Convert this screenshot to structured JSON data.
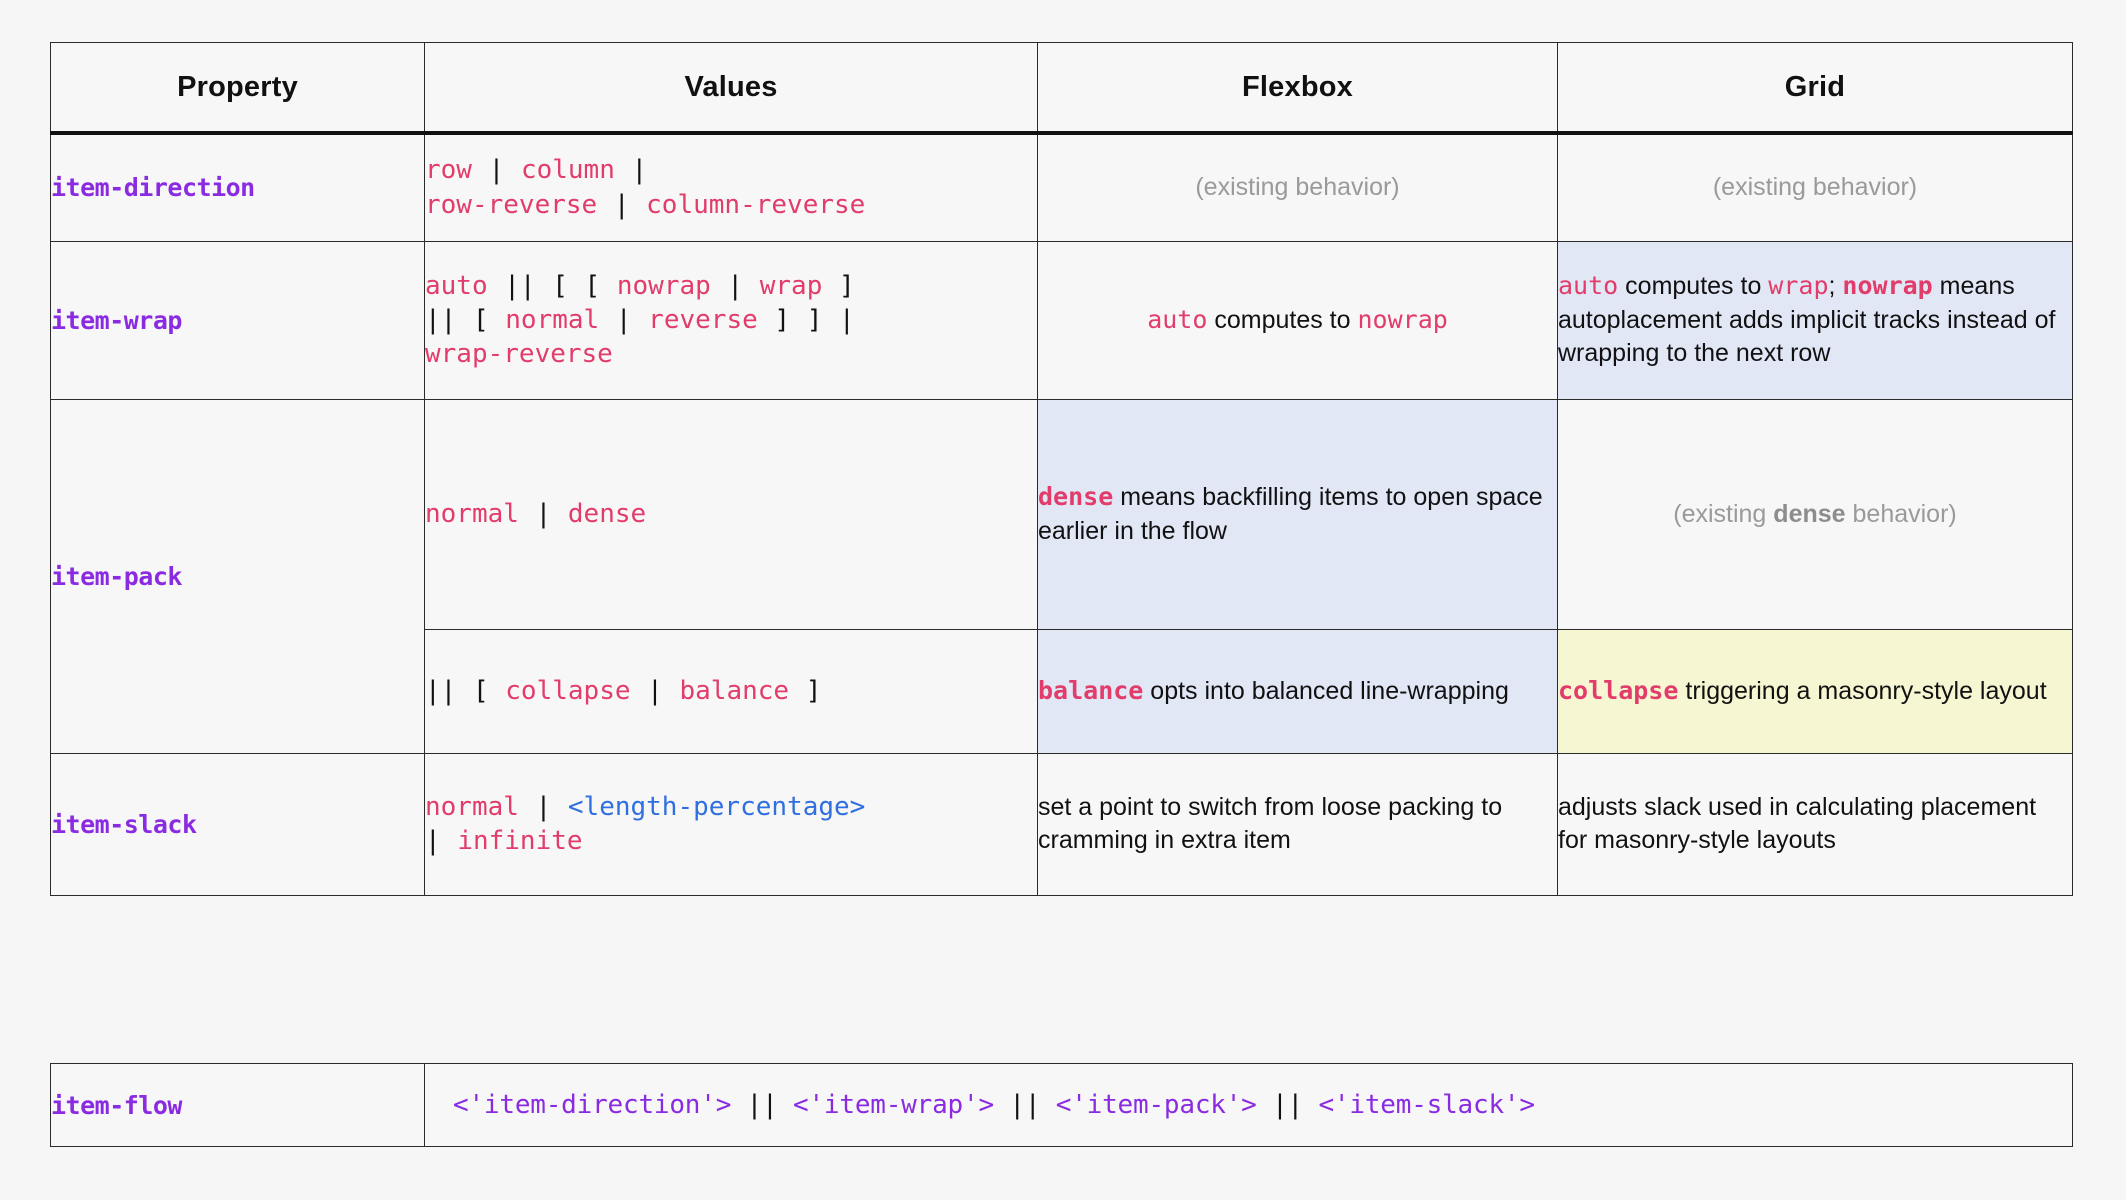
{
  "table": {
    "headers": [
      "Property",
      "Values",
      "Flexbox",
      "Grid"
    ],
    "rows": [
      {
        "property": "item-direction",
        "values_lines": [
          [
            {
              "t": "row",
              "k": "kw"
            },
            {
              "t": " | ",
              "k": "pn"
            },
            {
              "t": "column",
              "k": "kw"
            },
            {
              "t": " |",
              "k": "pn"
            }
          ],
          [
            {
              "t": "row-reverse",
              "k": "kw"
            },
            {
              "t": " | ",
              "k": "pn"
            },
            {
              "t": "column-reverse",
              "k": "kw"
            }
          ]
        ],
        "flexbox": {
          "style": "muted-center",
          "text": "(existing behavior)"
        },
        "grid": {
          "style": "muted-center",
          "text": "(existing behavior)"
        }
      },
      {
        "property": "item-wrap",
        "values_lines": [
          [
            {
              "t": "auto",
              "k": "kw"
            },
            {
              "t": " || [ [ ",
              "k": "pn"
            },
            {
              "t": "nowrap",
              "k": "kw"
            },
            {
              "t": " | ",
              "k": "pn"
            },
            {
              "t": "wrap",
              "k": "kw"
            },
            {
              "t": " ]",
              "k": "pn"
            }
          ],
          [
            {
              "t": "|| [ ",
              "k": "pn"
            },
            {
              "t": "normal",
              "k": "kw"
            },
            {
              "t": " | ",
              "k": "pn"
            },
            {
              "t": "reverse",
              "k": "kw"
            },
            {
              "t": " ] ] |",
              "k": "pn"
            }
          ],
          [
            {
              "t": "wrap-reverse",
              "k": "kw"
            }
          ]
        ],
        "flexbox": {
          "style": "rich",
          "parts": [
            {
              "t": "auto",
              "k": "kw"
            },
            {
              "t": " computes to ",
              "k": "plain"
            },
            {
              "t": "nowrap",
              "k": "kw"
            }
          ]
        },
        "grid": {
          "style": "rich",
          "highlight": "blue",
          "parts": [
            {
              "t": "auto",
              "k": "kw"
            },
            {
              "t": " computes to ",
              "k": "plain"
            },
            {
              "t": "wrap",
              "k": "kw"
            },
            {
              "t": ";  ",
              "k": "plain"
            },
            {
              "t": "nowrap",
              "k": "kw-b"
            },
            {
              "t": " means autoplacement adds implicit tracks instead of wrapping to the next row",
              "k": "plain"
            }
          ]
        }
      },
      {
        "property": "item-pack",
        "subrows": [
          {
            "values_lines": [
              [
                {
                  "t": "normal",
                  "k": "kw"
                },
                {
                  "t": " | ",
                  "k": "pn"
                },
                {
                  "t": "dense",
                  "k": "kw"
                }
              ]
            ],
            "flexbox": {
              "style": "rich",
              "highlight": "blue",
              "parts": [
                {
                  "t": "dense",
                  "k": "kw-b"
                },
                {
                  "t": " means backfilling items to open space earlier in the flow",
                  "k": "plain"
                }
              ]
            },
            "grid": {
              "style": "muted-center-rich",
              "parts": [
                {
                  "t": "(existing ",
                  "k": "muted"
                },
                {
                  "t": "dense",
                  "k": "muted-bold"
                },
                {
                  "t": " behavior)",
                  "k": "muted"
                }
              ]
            }
          },
          {
            "values_lines": [
              [
                {
                  "t": "|| [ ",
                  "k": "pn"
                },
                {
                  "t": "collapse",
                  "k": "kw"
                },
                {
                  "t": " | ",
                  "k": "pn"
                },
                {
                  "t": "balance",
                  "k": "kw"
                },
                {
                  "t": " ]",
                  "k": "pn"
                }
              ]
            ],
            "flexbox": {
              "style": "rich",
              "highlight": "blue",
              "parts": [
                {
                  "t": "balance",
                  "k": "kw-b"
                },
                {
                  "t": " opts into balanced line-wrapping",
                  "k": "plain"
                }
              ]
            },
            "grid": {
              "style": "rich",
              "highlight": "yellow",
              "parts": [
                {
                  "t": "collapse",
                  "k": "kw-b"
                },
                {
                  "t": " triggering a masonry-style layout",
                  "k": "plain"
                }
              ]
            }
          }
        ]
      },
      {
        "property": "item-slack",
        "values_lines": [
          [
            {
              "t": "normal",
              "k": "kw"
            },
            {
              "t": " | ",
              "k": "pn"
            },
            {
              "t": "<length-percentage>",
              "k": "type"
            }
          ],
          [
            {
              "t": "| ",
              "k": "pn"
            },
            {
              "t": "infinite",
              "k": "kw"
            }
          ]
        ],
        "flexbox": {
          "style": "plain",
          "text": "set a point to switch from loose packing to cramming in extra item"
        },
        "grid": {
          "style": "plain",
          "text": "adjusts slack used in calculating placement for masonry-style layouts"
        }
      }
    ]
  },
  "shorthand": {
    "property": "item-flow",
    "value_parts": [
      {
        "t": "<'item-direction'>",
        "k": "ref"
      },
      {
        "t": " || ",
        "k": "pn"
      },
      {
        "t": "<'item-wrap'>",
        "k": "ref"
      },
      {
        "t": " || ",
        "k": "pn"
      },
      {
        "t": "<'item-pack'>",
        "k": "ref"
      },
      {
        "t": " || ",
        "k": "pn"
      },
      {
        "t": "<'item-slack'>",
        "k": "ref"
      }
    ]
  },
  "colors": {
    "page_background": "#f6f6f6",
    "cell_background": "#f7f7f7",
    "border": "#2b2b2b",
    "property_purple": "#8A2BE2",
    "keyword_pink": "#e23c6b",
    "type_blue": "#2f6fe0",
    "muted_gray": "#9a9a9a",
    "highlight_blue": "#e2e7f6",
    "highlight_yellow": "#f6f6d2"
  }
}
